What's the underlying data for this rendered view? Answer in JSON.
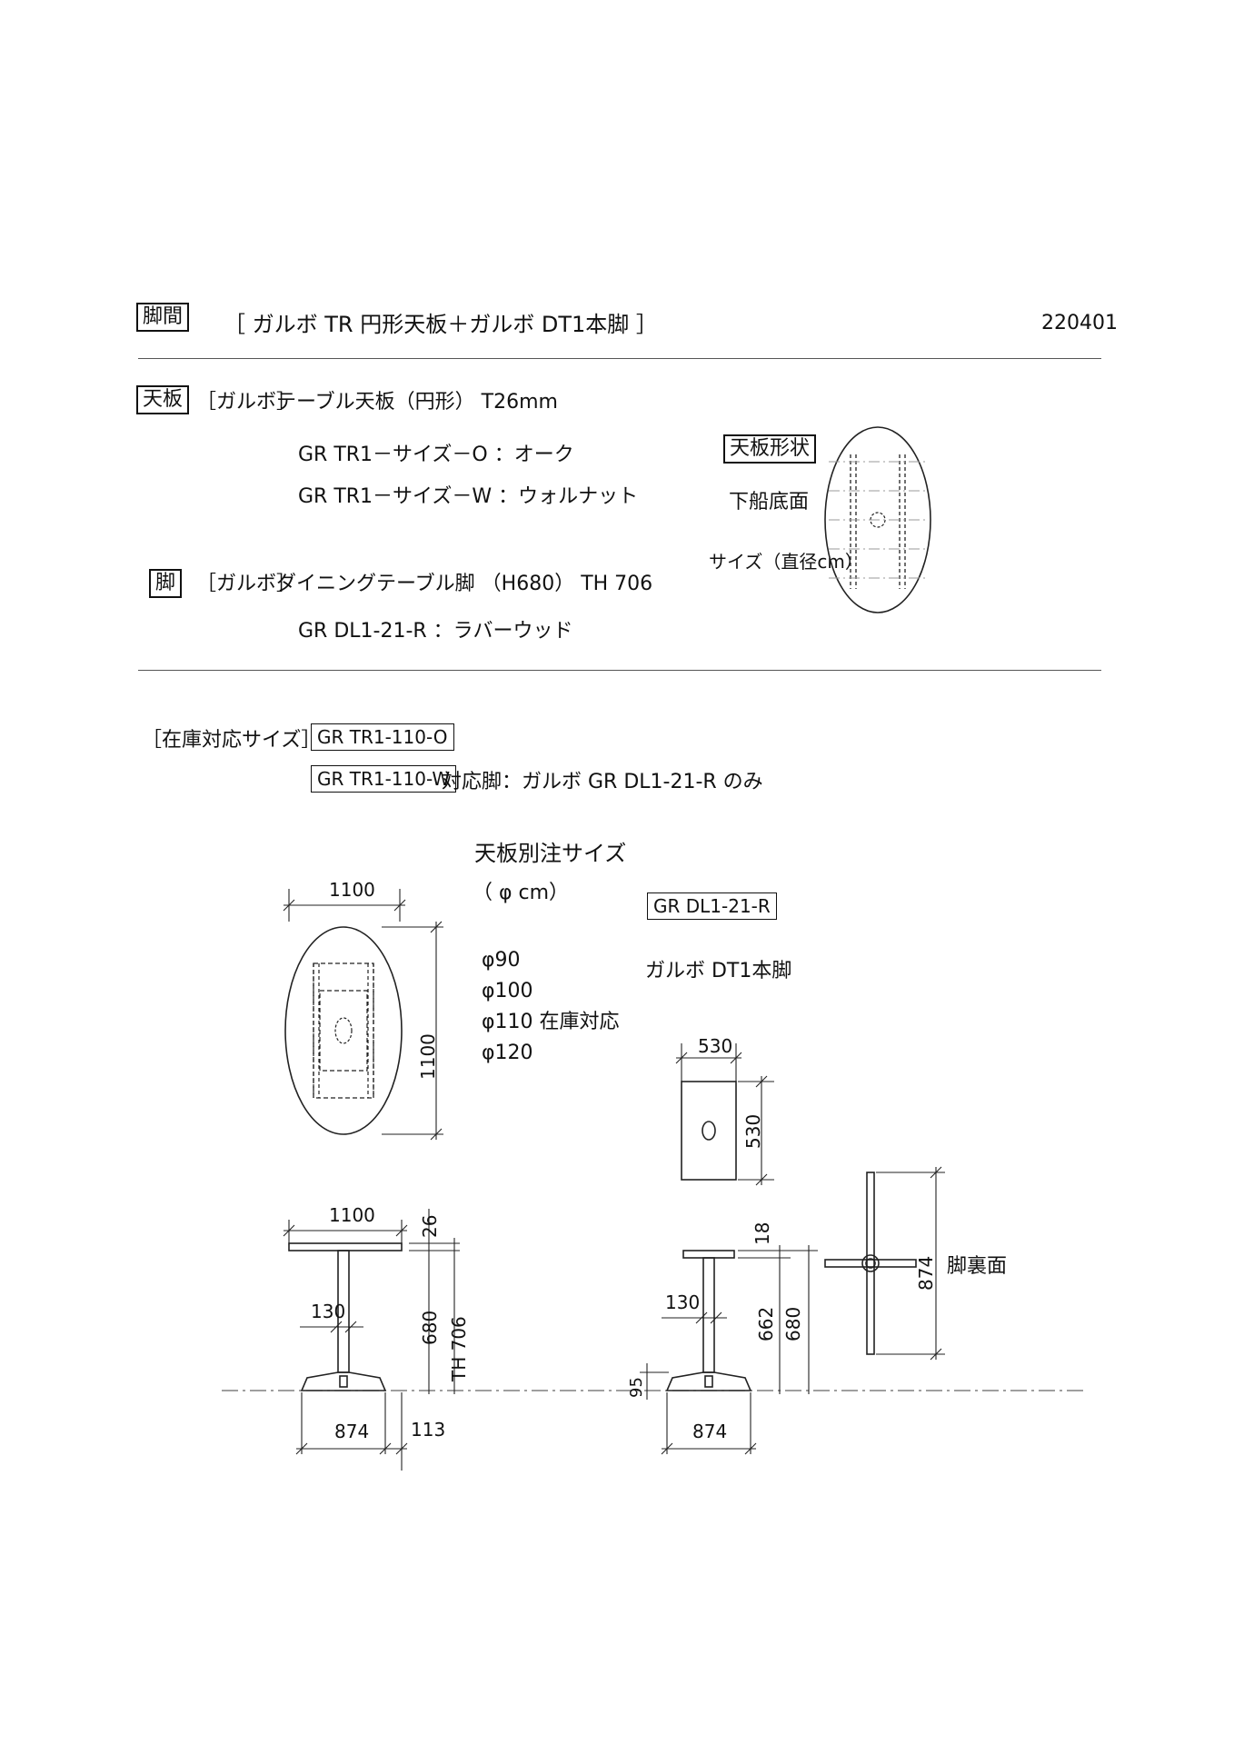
{
  "header": {
    "label": "脚間",
    "title": "［ ガルボ TR 円形天板＋ガルボ DT1本脚 ］",
    "code": "220401"
  },
  "tabletop": {
    "label": "天板",
    "brand": "［ガルボ］",
    "desc": "テーブル天板（円形） T26mm",
    "items": [
      "GR TR1－サイズ－O ：オーク",
      "GR TR1－サイズ－W ：ウォルナット"
    ]
  },
  "shape": {
    "label": "天板形状",
    "sub": "下船底面",
    "size_note": "サイズ（直径cm）"
  },
  "leg": {
    "label": "脚",
    "brand": "［ガルボ］",
    "desc": "ダイニングテーブル脚 （H680） TH 706",
    "item": "GR DL1-21-R ：ラバーウッド"
  },
  "stock": {
    "label": "［在庫対応サイズ］",
    "codes": [
      "GR TR1-110-O",
      "GR TR1-110-W"
    ],
    "note": "対応脚：ガルボ GR DL1-21-R のみ"
  },
  "custom_sizes": {
    "title": "天板別注サイズ",
    "unit": "（ φ cm）",
    "sizes": [
      "φ90",
      "φ100",
      "φ110 在庫対応",
      "φ120"
    ]
  },
  "leg_model": {
    "code": "GR DL1-21-R",
    "name": "ガルボ DT1本脚"
  },
  "dims": {
    "top_plan_w": "1100",
    "top_plan_h": "1100",
    "elev_w": "1100",
    "top_thk": "26",
    "leg_h": "680",
    "th": "TH 706",
    "column": "130",
    "base": "874",
    "overhang": "113",
    "plate_w": "530",
    "plate_h": "530",
    "plate_thk": "18",
    "leg2_column": "130",
    "leg2_h1": "662",
    "leg2_h2": "680",
    "foot": "95",
    "base2": "874",
    "under_w": "874",
    "under_label": "脚裏面"
  }
}
